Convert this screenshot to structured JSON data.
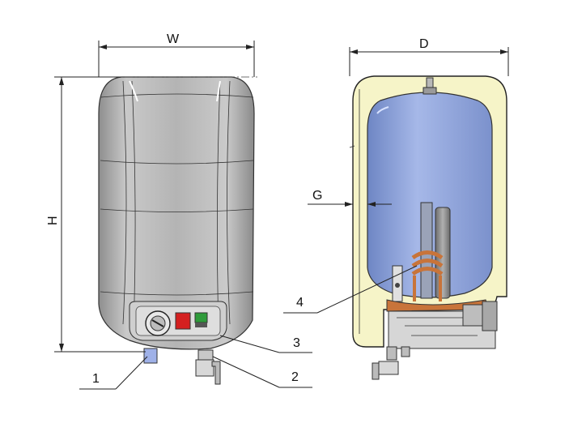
{
  "labels": {
    "width": "W",
    "depth": "D",
    "height": "H",
    "wall": "G",
    "callout_1": "1",
    "callout_2": "2",
    "callout_3": "3",
    "callout_4": "4"
  },
  "colors": {
    "body": "#bdbdbd",
    "insulation": "#f6f4c8",
    "tank": "#8fa6dd",
    "copper": "#c8743a",
    "anode": "#8a8a8a",
    "thermostat_red": "#d42020",
    "indicator_green": "#2e9b3a",
    "inlet_blue": "#9fb1e8"
  }
}
